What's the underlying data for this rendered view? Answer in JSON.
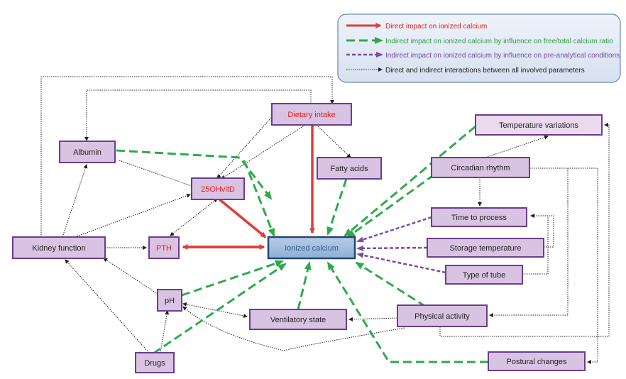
{
  "colors": {
    "direct": "#e03c3c",
    "indirect_ratio": "#2eaa4a",
    "indirect_preanalytical": "#7b4aa8",
    "interaction": "#222222",
    "node_fill": "#d9c3e3",
    "node_fill_light": "#ead9ef",
    "node_stroke": "#6a3e8c",
    "center_fill": "#9bb8dc",
    "center_stroke": "#25466f",
    "center_text": "#3a5a86",
    "red_text": "#e02020",
    "legend_fill": "#dfe8f4",
    "legend_stroke": "#6c84b6"
  },
  "legend": {
    "direct": "Direct impact on ionized calcium",
    "indirect_ratio": "Indirect impact on ionized calcium by influence on free/total calcium ratio",
    "indirect_preanalytical": "Indirect impact on ionized calcium by influence on pre-analytical conditions",
    "interaction": "Direct and indirect interactions between all involved parameters"
  },
  "nodes": {
    "dietary_intake": "Dietary intake",
    "albumin": "Albumin",
    "fatty_acids": "Fatty acids",
    "vitd": "25OHvitD",
    "kidney_function": "Kidney function",
    "pth": "PTH",
    "ionized_calcium": "Ionized calcium",
    "ph": "pH",
    "ventilatory_state": "Ventilatory state",
    "drugs": "Drugs",
    "temperature_variations": "Temperature variations",
    "circadian_rhythm": "Circadian rhythm",
    "time_to_process": "Time to process",
    "storage_temperature": "Storage temperature",
    "type_of_tube": "Type of tube",
    "physical_activity": "Physical activity",
    "postural_changes": "Postural changes"
  }
}
